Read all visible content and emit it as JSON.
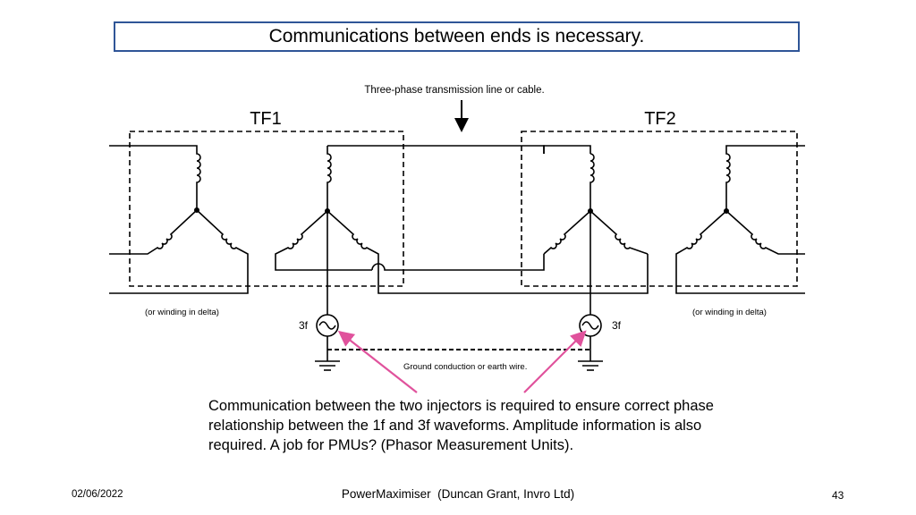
{
  "title": "Communications between ends is necessary.",
  "diagram": {
    "line_label": "Three-phase transmission line or cable.",
    "tf1_label": "TF1",
    "tf2_label": "TF2",
    "delta_note_left": "(or winding in delta)",
    "delta_note_right": "(or winding in delta)",
    "injector_left_label": "3f",
    "injector_right_label": "3f",
    "ground_label": "Ground conduction or earth wire.",
    "arrow_color": "#e0529c",
    "border_color": "#2f5597"
  },
  "body_text": "Communication between the two injectors is required to ensure correct phase relationship between the 1f and 3f waveforms. Amplitude information is also required. A job for PMUs? (Phasor Measurement Units).",
  "footer": {
    "date": "02/06/2022",
    "center": "PowerMaximiser  (Duncan Grant, Invro Ltd)",
    "page_number": "43"
  }
}
